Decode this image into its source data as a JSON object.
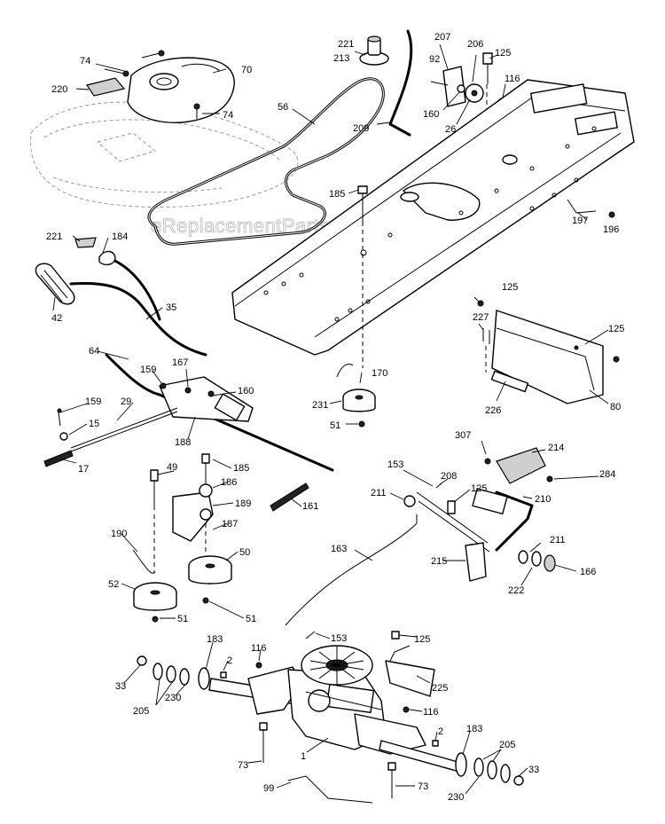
{
  "watermark": "eReplacementParts.com",
  "callouts": [
    {
      "id": "c-221-top",
      "text": "221"
    },
    {
      "id": "c-213",
      "text": "213"
    },
    {
      "id": "c-207",
      "text": "207"
    },
    {
      "id": "c-206",
      "text": "206"
    },
    {
      "id": "c-125-top",
      "text": "125"
    },
    {
      "id": "c-92",
      "text": "92"
    },
    {
      "id": "c-116-top",
      "text": "116"
    },
    {
      "id": "c-160-top",
      "text": "160"
    },
    {
      "id": "c-26",
      "text": "26"
    },
    {
      "id": "c-209",
      "text": "209"
    },
    {
      "id": "c-74-a",
      "text": "74"
    },
    {
      "id": "c-70",
      "text": "70"
    },
    {
      "id": "c-220",
      "text": "220"
    },
    {
      "id": "c-74-b",
      "text": "74"
    },
    {
      "id": "c-56",
      "text": "56"
    },
    {
      "id": "c-185-top",
      "text": "185"
    },
    {
      "id": "c-197",
      "text": "197"
    },
    {
      "id": "c-196",
      "text": "196"
    },
    {
      "id": "c-221-mid",
      "text": "221"
    },
    {
      "id": "c-184",
      "text": "184"
    },
    {
      "id": "c-42",
      "text": "42"
    },
    {
      "id": "c-35",
      "text": "35"
    },
    {
      "id": "c-125-mid",
      "text": "125"
    },
    {
      "id": "c-227",
      "text": "227"
    },
    {
      "id": "c-125-right",
      "text": "125"
    },
    {
      "id": "c-64",
      "text": "64"
    },
    {
      "id": "c-159-a",
      "text": "159"
    },
    {
      "id": "c-167",
      "text": "167"
    },
    {
      "id": "c-160-mid",
      "text": "160"
    },
    {
      "id": "c-170",
      "text": "170"
    },
    {
      "id": "c-231",
      "text": "231"
    },
    {
      "id": "c-51-top",
      "text": "51"
    },
    {
      "id": "c-226",
      "text": "226"
    },
    {
      "id": "c-80",
      "text": "80"
    },
    {
      "id": "c-159-b",
      "text": "159"
    },
    {
      "id": "c-29",
      "text": "29"
    },
    {
      "id": "c-15",
      "text": "15"
    },
    {
      "id": "c-17",
      "text": "17"
    },
    {
      "id": "c-188",
      "text": "188"
    },
    {
      "id": "c-307",
      "text": "307"
    },
    {
      "id": "c-214",
      "text": "214"
    },
    {
      "id": "c-284",
      "text": "284"
    },
    {
      "id": "c-49",
      "text": "49"
    },
    {
      "id": "c-185-mid",
      "text": "185"
    },
    {
      "id": "c-153-mid",
      "text": "153"
    },
    {
      "id": "c-208",
      "text": "208"
    },
    {
      "id": "c-186",
      "text": "186"
    },
    {
      "id": "c-211-left",
      "text": "211"
    },
    {
      "id": "c-125-pedal",
      "text": "125"
    },
    {
      "id": "c-210",
      "text": "210"
    },
    {
      "id": "c-189",
      "text": "189"
    },
    {
      "id": "c-161",
      "text": "161"
    },
    {
      "id": "c-187",
      "text": "187"
    },
    {
      "id": "c-190",
      "text": "190"
    },
    {
      "id": "c-50",
      "text": "50"
    },
    {
      "id": "c-163",
      "text": "163"
    },
    {
      "id": "c-211-right",
      "text": "211"
    },
    {
      "id": "c-215",
      "text": "215"
    },
    {
      "id": "c-166",
      "text": "166"
    },
    {
      "id": "c-222",
      "text": "222"
    },
    {
      "id": "c-52",
      "text": "52"
    },
    {
      "id": "c-51-left",
      "text": "51"
    },
    {
      "id": "c-51-right",
      "text": "51"
    },
    {
      "id": "c-183-left",
      "text": "183"
    },
    {
      "id": "c-116-mid",
      "text": "116"
    },
    {
      "id": "c-153-bottom",
      "text": "153"
    },
    {
      "id": "c-125-bottom",
      "text": "125"
    },
    {
      "id": "c-2-left",
      "text": "2"
    },
    {
      "id": "c-33-left",
      "text": "33"
    },
    {
      "id": "c-225",
      "text": "225"
    },
    {
      "id": "c-205-left",
      "text": "205"
    },
    {
      "id": "c-230-left",
      "text": "230"
    },
    {
      "id": "c-116-bottom",
      "text": "116"
    },
    {
      "id": "c-2-right",
      "text": "2"
    },
    {
      "id": "c-183-right",
      "text": "183"
    },
    {
      "id": "c-205-right",
      "text": "205"
    },
    {
      "id": "c-1",
      "text": "1"
    },
    {
      "id": "c-73-left",
      "text": "73"
    },
    {
      "id": "c-33-right",
      "text": "33"
    },
    {
      "id": "c-99",
      "text": "99"
    },
    {
      "id": "c-73-right",
      "text": "73"
    },
    {
      "id": "c-230-right",
      "text": "230"
    }
  ]
}
